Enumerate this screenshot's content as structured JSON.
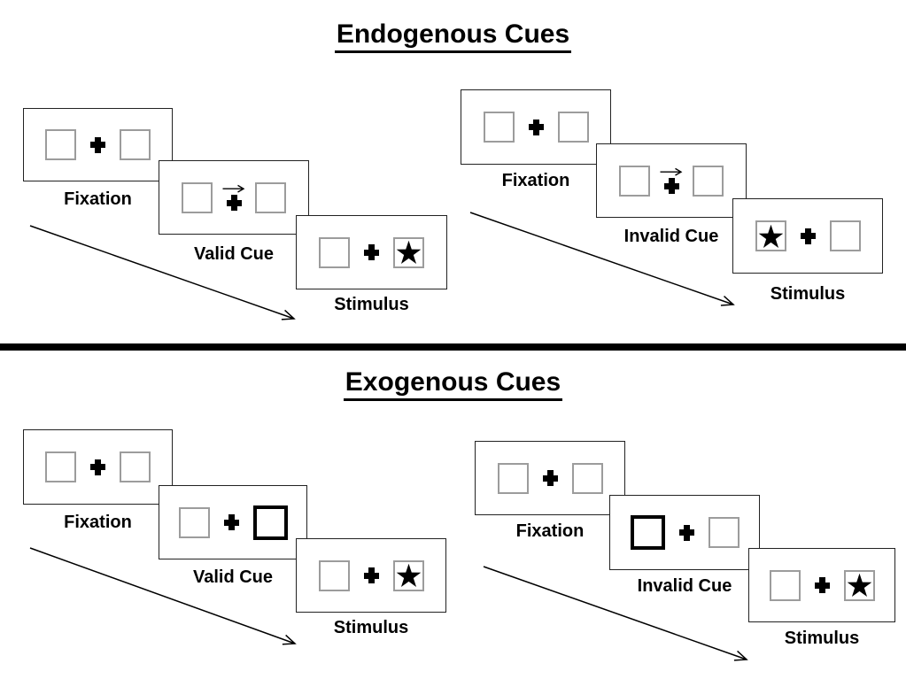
{
  "sections": [
    {
      "title": "Endogenous Cues",
      "groups": [
        {
          "name": "valid-trial-sequence",
          "timeline": "diagonal-arrow-down-right",
          "panels": [
            {
              "label": "Fixation",
              "left_box": "empty-box",
              "center": "fixation-cross-icon",
              "right_box": "empty-box"
            },
            {
              "label": "Valid Cue",
              "left_box": "empty-box",
              "center": "fixation-cross-icon with right-arrow-icon above",
              "right_box": "empty-box"
            },
            {
              "label": "Stimulus",
              "left_box": "empty-box",
              "center": "fixation-cross-icon",
              "right_box": "star-icon"
            }
          ]
        },
        {
          "name": "invalid-trial-sequence",
          "timeline": "diagonal-arrow-down-right",
          "panels": [
            {
              "label": "Fixation",
              "left_box": "empty-box",
              "center": "fixation-cross-icon",
              "right_box": "empty-box"
            },
            {
              "label": "Invalid Cue",
              "left_box": "empty-box",
              "center": "fixation-cross-icon with right-arrow-icon above",
              "right_box": "empty-box"
            },
            {
              "label": "Stimulus",
              "left_box": "star-icon",
              "center": "fixation-cross-icon",
              "right_box": "empty-box"
            }
          ]
        }
      ]
    },
    {
      "title": "Exogenous Cues",
      "groups": [
        {
          "name": "valid-trial-sequence",
          "timeline": "diagonal-arrow-down-right",
          "panels": [
            {
              "label": "Fixation",
              "left_box": "empty-box",
              "center": "fixation-cross-icon",
              "right_box": "empty-box"
            },
            {
              "label": "Valid Cue",
              "left_box": "empty-box",
              "center": "fixation-cross-icon",
              "right_box": "highlighted-box"
            },
            {
              "label": "Stimulus",
              "left_box": "empty-box",
              "center": "fixation-cross-icon",
              "right_box": "star-icon"
            }
          ]
        },
        {
          "name": "invalid-trial-sequence",
          "timeline": "diagonal-arrow-down-right",
          "panels": [
            {
              "label": "Fixation",
              "left_box": "empty-box",
              "center": "fixation-cross-icon",
              "right_box": "empty-box"
            },
            {
              "label": "Invalid Cue",
              "left_box": "highlighted-box",
              "center": "fixation-cross-icon",
              "right_box": "empty-box"
            },
            {
              "label": "Stimulus",
              "left_box": "empty-box",
              "center": "fixation-cross-icon",
              "right_box": "star-icon"
            }
          ]
        }
      ]
    }
  ],
  "colors": {
    "background": "#ffffff",
    "ink": "#000000",
    "box_border_gray": "#9c9c9c"
  }
}
